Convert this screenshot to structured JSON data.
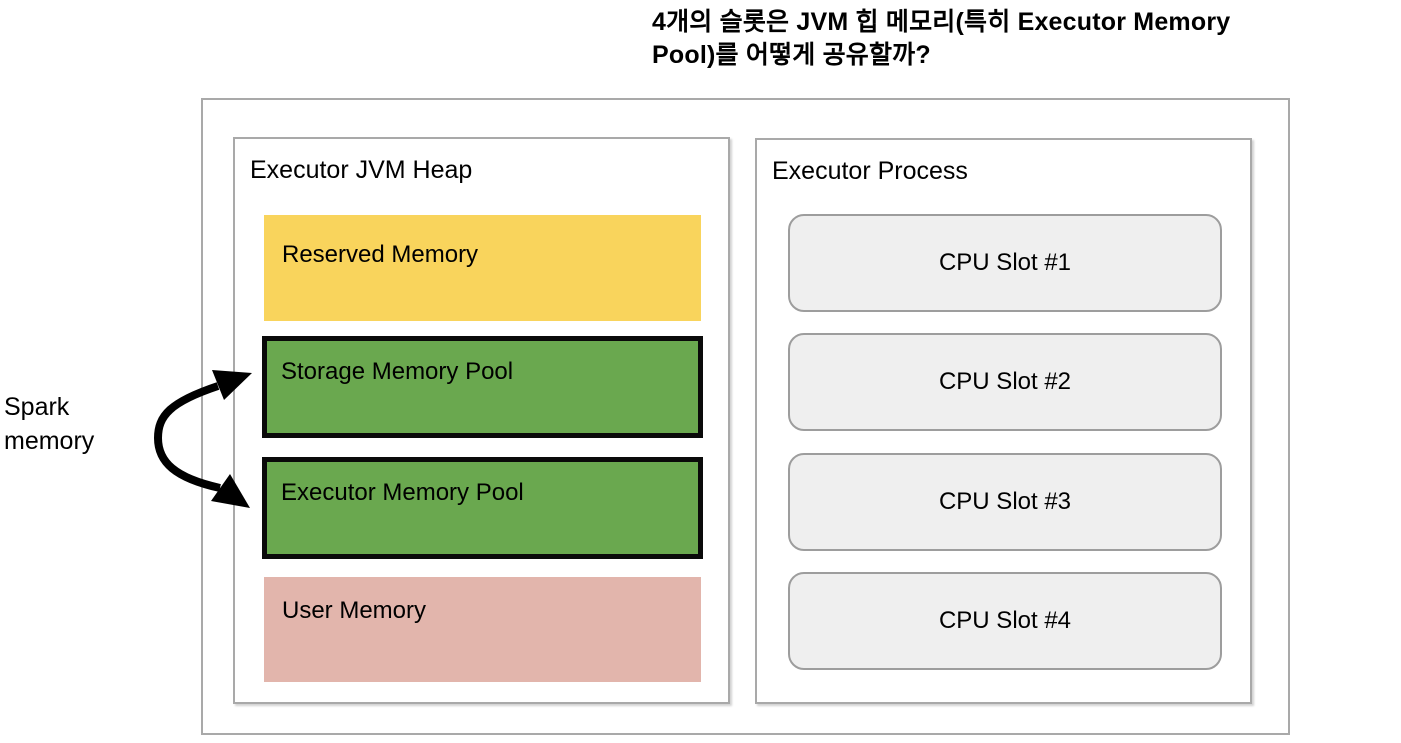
{
  "heading": {
    "line1": "4개의 슬롯은 JVM 힙 메모리(특히 Executor Memory",
    "line2": "Pool)를 어떻게 공유할까?"
  },
  "side_label": {
    "line1": "Spark",
    "line2": "memory"
  },
  "jvm_heap": {
    "title": "Executor JVM Heap",
    "blocks": [
      {
        "label": "Reserved Memory",
        "color": "#F9D45C"
      },
      {
        "label": "Storage Memory Pool",
        "color": "#6AA84F"
      },
      {
        "label": "Executor Memory Pool",
        "color": "#6AA84F"
      },
      {
        "label": "User Memory",
        "color": "#E2B5AC"
      }
    ]
  },
  "process": {
    "title": "Executor Process",
    "slot_fill": "#EFEFEF",
    "slots": [
      {
        "label": "CPU Slot #1"
      },
      {
        "label": "CPU Slot #2"
      },
      {
        "label": "CPU Slot #3"
      },
      {
        "label": "CPU Slot #4"
      }
    ]
  },
  "arrow": {
    "color": "#000000"
  }
}
